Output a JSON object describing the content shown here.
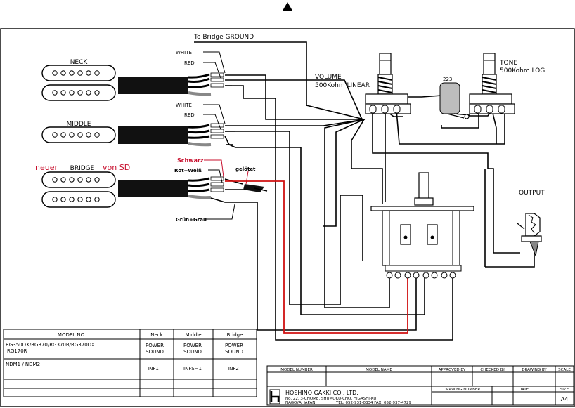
{
  "labels": {
    "bridge_ground": "To Bridge GROUND",
    "white": "WHITE",
    "red": "RED",
    "neck": "NECK",
    "middle": "MIDDLE",
    "bridge": "BRIDGE",
    "neuer": "neuer",
    "von_sd": "von SD",
    "schwarz": "Schwarz",
    "rot_weiss": "Rot+Weiß",
    "geloetet": "gelötet",
    "gruen_grau": "Grün+Grau",
    "volume": "VOLUME",
    "volume_spec": "500Kohm LINEAR",
    "tone": "TONE",
    "tone_spec": "500Kohm LOG",
    "capacitor": "223",
    "output": "OUTPUT"
  },
  "model_table": {
    "headers": [
      "MODEL NO.",
      "Neck",
      "Middle",
      "Bridge"
    ],
    "rows": [
      {
        "model": [
          "RG350DX/RG370/RG370B/RG370DX",
          "RG170R"
        ],
        "neck": [
          "POWER",
          "SOUND"
        ],
        "middle": [
          "POWER",
          "SOUND"
        ],
        "bridge": [
          "POWER",
          "SOUND"
        ]
      },
      {
        "model": [
          "NDM1 / NDM2"
        ],
        "neck": [
          "INF1"
        ],
        "middle": [
          "INFS−1"
        ],
        "bridge": [
          "INF2"
        ]
      }
    ]
  },
  "title_block": {
    "headers": [
      "MODEL NUMBER",
      "MODEL NAME",
      "APPROVED BY",
      "CHECKED BY",
      "DRAWING BY",
      "SCALE"
    ],
    "company": "HOSHINO GAKKI CO., LTD.",
    "address_1": "No. 22, 3-CHOME, SHUMOKU-CHO, HIGASHI-KU,",
    "address_2": "NAGOYA, JAPAN",
    "contact": "TEL: 052-931-0334  FAX: 052-937-4729",
    "drawing_number": "DRAWING NUMBER",
    "date": "DATE",
    "size_label": "SIZE",
    "size_value": "A4"
  }
}
